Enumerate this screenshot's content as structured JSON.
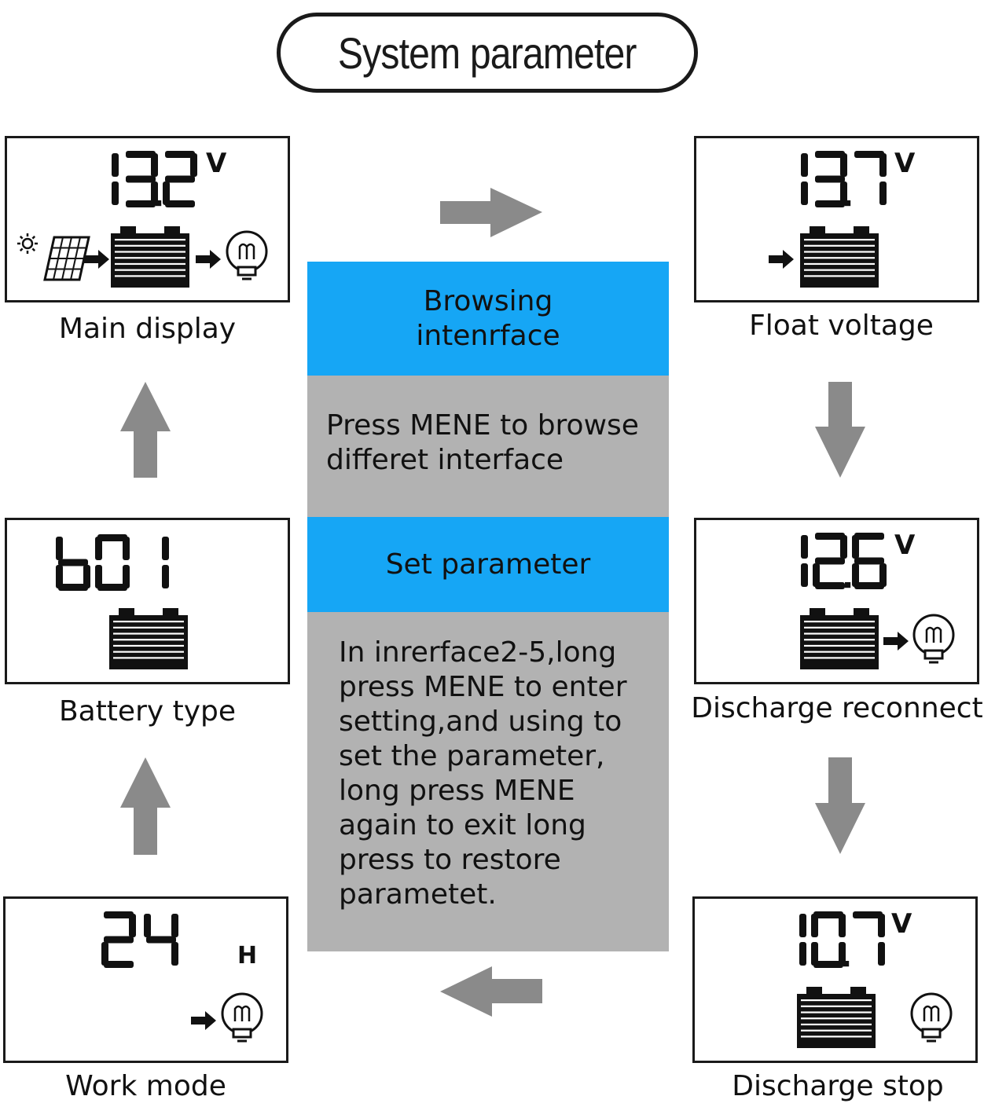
{
  "title": "System parameter",
  "center": {
    "browse_heading": "Browsing intenrface",
    "browse_text": "Press MENE to browse differet interface",
    "set_heading": "Set parameter",
    "set_text": "In inrerface2-5,long press MENE to enter setting,and using to set the parameter, long press MENE again to exit long press to restore parametet."
  },
  "screens": {
    "main": {
      "reading": "13.2",
      "unit": "V",
      "caption": "Main display"
    },
    "float": {
      "reading": "13.7",
      "unit": "V",
      "caption": "Float voltage"
    },
    "reconnect": {
      "reading": "12.6",
      "unit": "V",
      "caption": "Discharge reconnect"
    },
    "stop": {
      "reading": "10.7",
      "unit": "V",
      "caption": "Discharge stop"
    },
    "battery": {
      "reading": "b01",
      "caption": "Battery type"
    },
    "work": {
      "reading": "24",
      "unit": "H",
      "caption": "Work mode"
    }
  },
  "icons": [
    "solar-panel-icon",
    "sun-icon",
    "battery-icon",
    "lamp-icon",
    "arrow-icon"
  ],
  "colors": {
    "accent_blue": "#16a6f5",
    "panel_gray": "#b2b2b2",
    "arrow_gray": "#8a8a8a",
    "ink": "#1a1a1a"
  }
}
